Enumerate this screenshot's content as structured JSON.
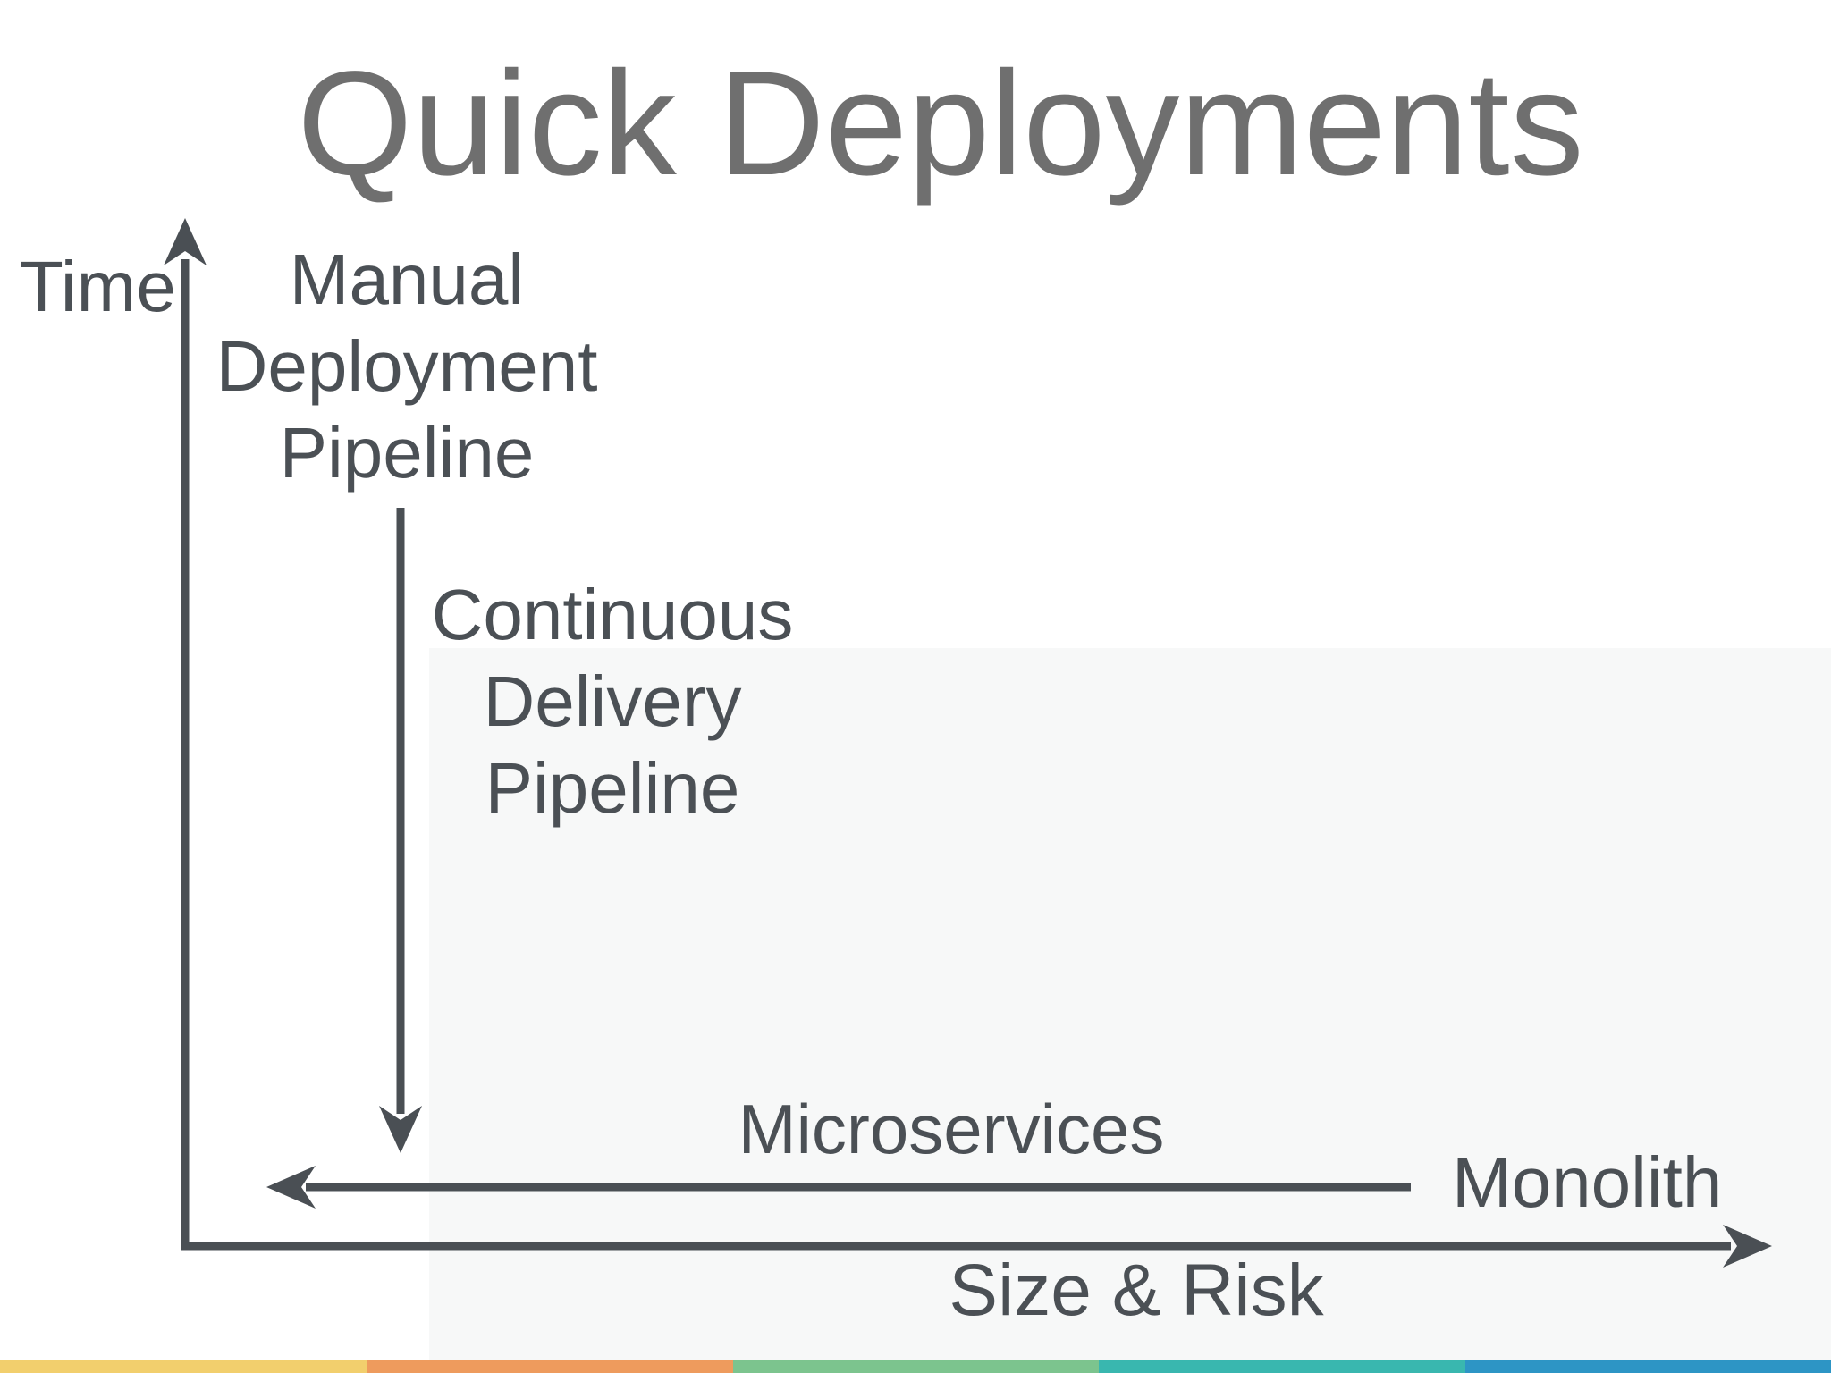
{
  "slide": {
    "title": "Quick Deployments",
    "axes": {
      "y_label": "Time",
      "x_label": "Size & Risk"
    },
    "labels": {
      "manual_pipeline": "Manual\nDeployment\nPipeline",
      "continuous_pipeline": "Continuous\nDelivery\nPipeline",
      "microservices": "Microservices",
      "monolith": "Monolith"
    },
    "colors": {
      "title_text": "#6f6f6f",
      "body_text": "#4b5055",
      "line": "#4a4f54",
      "background": "#ffffff",
      "panel": "#f7f8f8"
    },
    "stripe_colors": {
      "yellow": "#F2CF6D",
      "orange": "#EE9B5D",
      "green": "#7CC48E",
      "teal": "#39B7AF",
      "blue": "#2D95C5"
    }
  }
}
